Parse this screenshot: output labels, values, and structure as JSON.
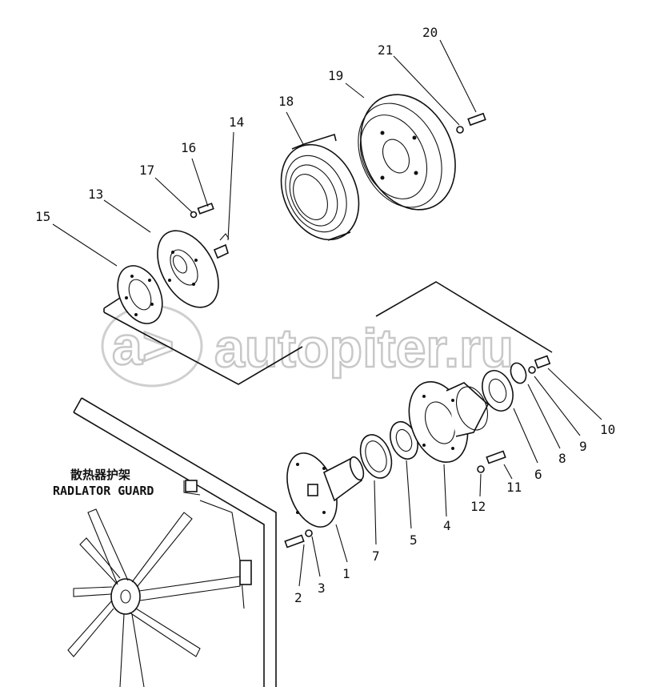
{
  "caption": {
    "zh": "散热器护架",
    "en": "RADLATOR GUARD"
  },
  "watermark": {
    "text": "autopiter.ru",
    "logo": "a>"
  },
  "callouts": [
    {
      "id": "1",
      "text": "1"
    },
    {
      "id": "2",
      "text": "2"
    },
    {
      "id": "3",
      "text": "3"
    },
    {
      "id": "4",
      "text": "4"
    },
    {
      "id": "5",
      "text": "5"
    },
    {
      "id": "6",
      "text": "6"
    },
    {
      "id": "7",
      "text": "7"
    },
    {
      "id": "8",
      "text": "8"
    },
    {
      "id": "9",
      "text": "9"
    },
    {
      "id": "10",
      "text": "10"
    },
    {
      "id": "11",
      "text": "11"
    },
    {
      "id": "12",
      "text": "12"
    },
    {
      "id": "13",
      "text": "13"
    },
    {
      "id": "14",
      "text": "14"
    },
    {
      "id": "15",
      "text": "15"
    },
    {
      "id": "16",
      "text": "16"
    },
    {
      "id": "17",
      "text": "17"
    },
    {
      "id": "18",
      "text": "18"
    },
    {
      "id": "19",
      "text": "19"
    },
    {
      "id": "20",
      "text": "20"
    },
    {
      "id": "21",
      "text": "21"
    }
  ]
}
